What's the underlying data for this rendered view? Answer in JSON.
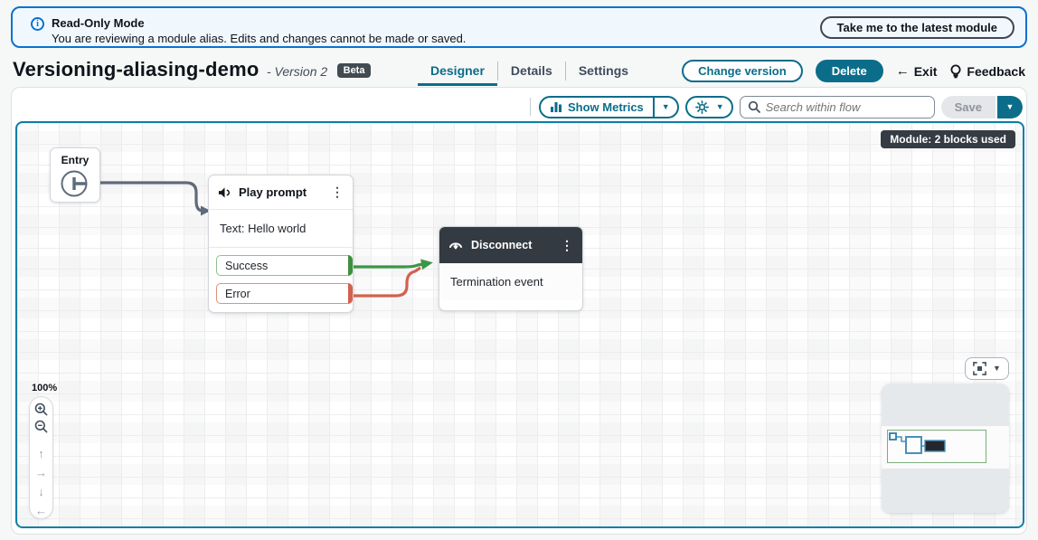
{
  "banner": {
    "title": "Read-Only Mode",
    "message": "You are reviewing a module alias. Edits and changes cannot be made or saved.",
    "action_label": "Take me to the latest module"
  },
  "header": {
    "title": "Versioning-aliasing-demo",
    "version_label": "- Version 2",
    "beta_badge": "Beta",
    "tabs": {
      "designer": "Designer",
      "details": "Details",
      "settings": "Settings"
    },
    "change_version_label": "Change version",
    "delete_label": "Delete",
    "exit_label": "Exit",
    "feedback_label": "Feedback"
  },
  "toolbar": {
    "show_metrics_label": "Show Metrics",
    "search_placeholder": "Search within flow",
    "save_label": "Save"
  },
  "canvas": {
    "module_badge": "Module: 2 blocks used",
    "zoom_level": "100%",
    "entry_block": {
      "title": "Entry"
    },
    "play_prompt_block": {
      "title": "Play prompt",
      "body": "Text: Hello world",
      "branch_success": "Success",
      "branch_error": "Error"
    },
    "disconnect_block": {
      "title": "Disconnect",
      "body": "Termination event"
    }
  },
  "icons": {
    "info": "i",
    "caret_down": "▼",
    "ellipsis": "⋮",
    "exit_arrow": "←",
    "arrow_up": "↑",
    "arrow_right": "→",
    "arrow_down": "↓",
    "arrow_left": "←"
  },
  "colors": {
    "accent_teal": "#0b6d8a",
    "banner_blue": "#0972d3",
    "canvas_border": "#0e7ea8",
    "success_green": "#3f8f3f",
    "error_red": "#d4604e",
    "wire_gray": "#5f6b7a",
    "dark_block_header": "#343a42"
  }
}
